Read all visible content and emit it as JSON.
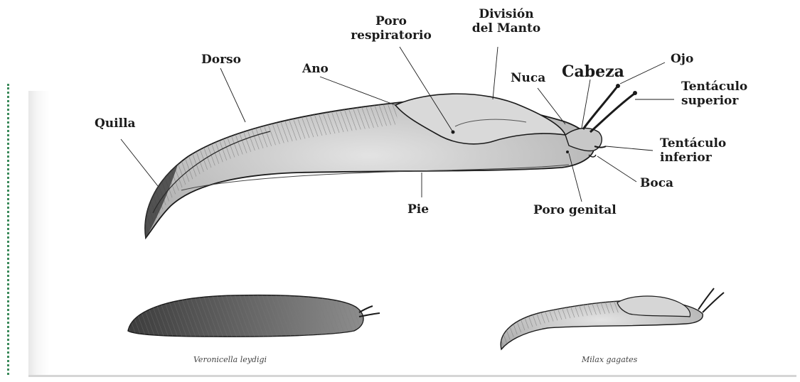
{
  "labels": {
    "quilla": "Quilla",
    "dorso": "Dorso",
    "ano": "Ano",
    "poro_respiratorio_1": "Poro",
    "poro_respiratorio_2": "respiratorio",
    "division_manto_1": "División",
    "division_manto_2": "del Manto",
    "nuca": "Nuca",
    "cabeza": "Cabeza",
    "ojo": "Ojo",
    "tentaculo_superior_1": "Tentáculo",
    "tentaculo_superior_2": "superior",
    "tentaculo_inferior_1": "Tentáculo",
    "tentaculo_inferior_2": "inferior",
    "boca": "Boca",
    "pie": "Pie",
    "poro_genital": "Poro genital"
  },
  "captions": {
    "left": "Veronicella leydigi",
    "right": "Milax gagates"
  },
  "colors": {
    "ink": "#1b1b1b",
    "body_fill": "#cfcfcf",
    "shade": "#8a8a8a",
    "accent_rule": "#3a8a5a"
  }
}
